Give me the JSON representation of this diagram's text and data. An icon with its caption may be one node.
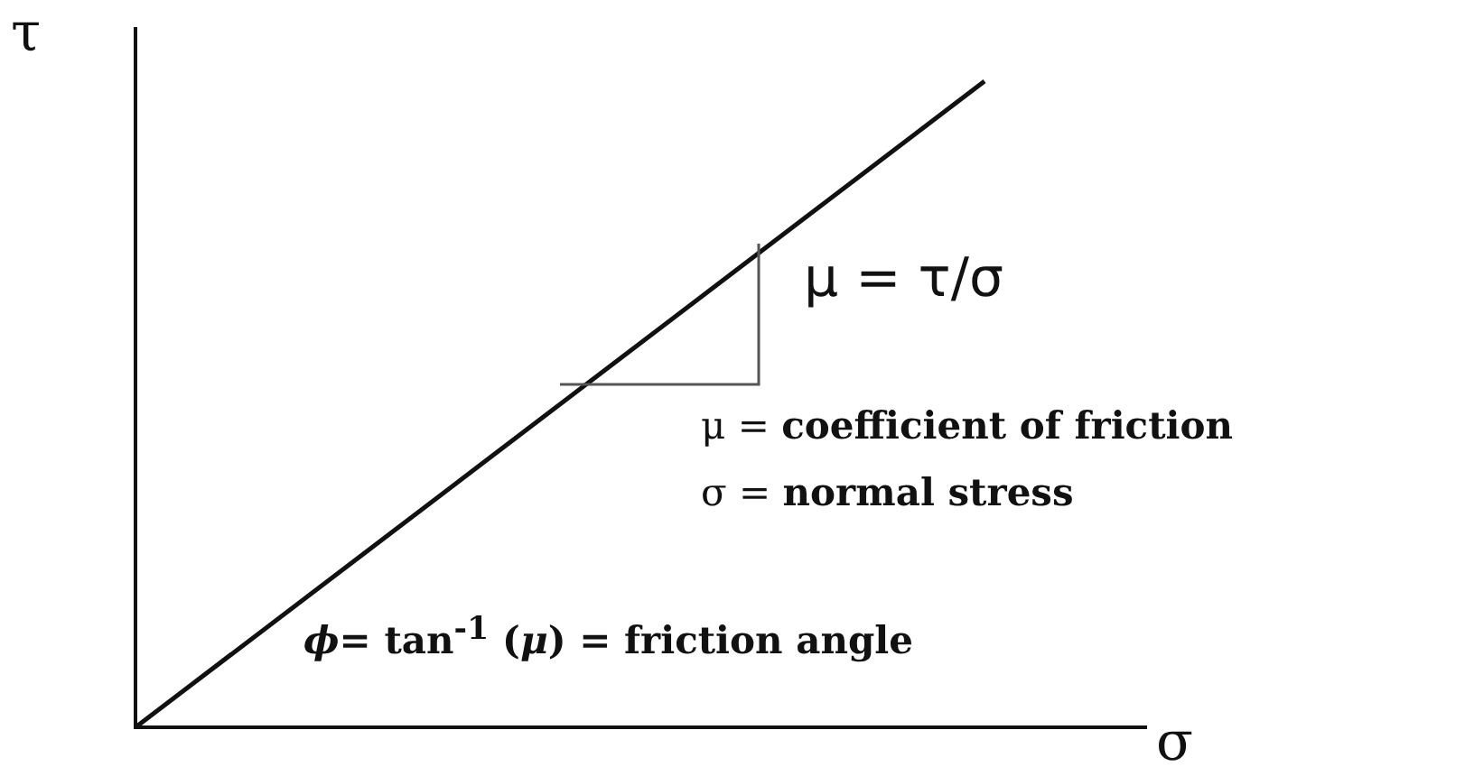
{
  "diagram": {
    "labels": [
      "τ",
      "μ = τ/σ",
      "μ = **coefficient of friction**",
      "σ = **normal stress**",
      "*ϕ*= tan$^{-1}$ (*μ*) = friction angle",
      "σ"
    ]
  }
}
